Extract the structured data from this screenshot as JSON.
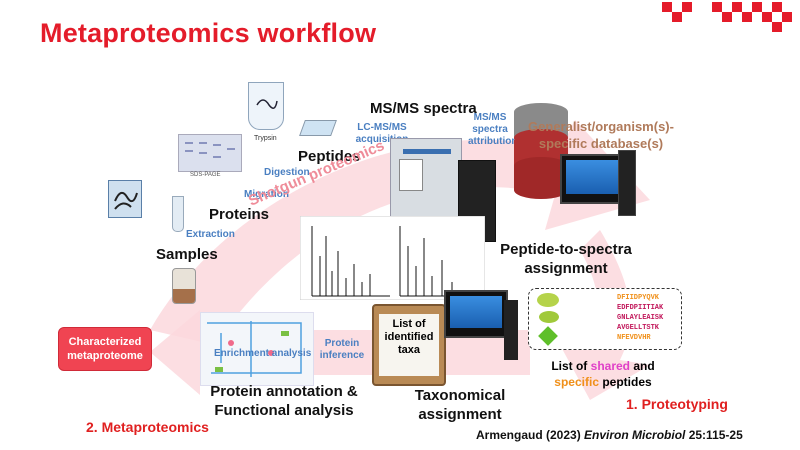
{
  "title": "Metaproteomics workflow",
  "steps": {
    "samples": "Samples",
    "proteins": "Proteins",
    "peptides": "Peptides",
    "msms_spectra": "MS/MS spectra",
    "database": "Generalist/organism(s)-specific database(s)",
    "assignment": "Peptide-to-spectra assignment",
    "taxonomical": "Taxonomical assignment",
    "annotation": "Protein annotation & Functional analysis",
    "characterized": "Characterized metaproteome"
  },
  "arrows": {
    "extraction": "Extraction",
    "migration": "Migration",
    "digestion": "Digestion",
    "lcmsms": "LC-MS/MS acquisition",
    "attribution": "MS/MS spectra attribution",
    "protein_inference": "Protein inference",
    "enrichment": "Enrichment analysis",
    "shotgun": "Shotgun proteomics"
  },
  "small": {
    "trypsin": "Trypsin",
    "sdspage": "SDS-PAGE",
    "taxa_list": "List of identified taxa"
  },
  "peptides_list": [
    "DFIIDPYQVK",
    "EDFDPIITIAK",
    "GNLAYLEAISK",
    "AVGELLTSTK",
    "NFEVDVHR"
  ],
  "peptide_caption": {
    "prefix": "List of ",
    "shared": "shared",
    "mid": " and ",
    "specific": "specific",
    "suffix": " peptides"
  },
  "parts": {
    "proteotyping": "1. Proteotyping",
    "metaproteomics": "2. Metaproteomics"
  },
  "citation": {
    "author": "Armengaud (2023) ",
    "journal": "Environ Microbiol",
    "ref": " 25:115-25"
  },
  "colors": {
    "accent": "#e41c2a",
    "blue_label": "#4a7fc1",
    "shared": "#e040c8",
    "specific": "#f0901a"
  }
}
